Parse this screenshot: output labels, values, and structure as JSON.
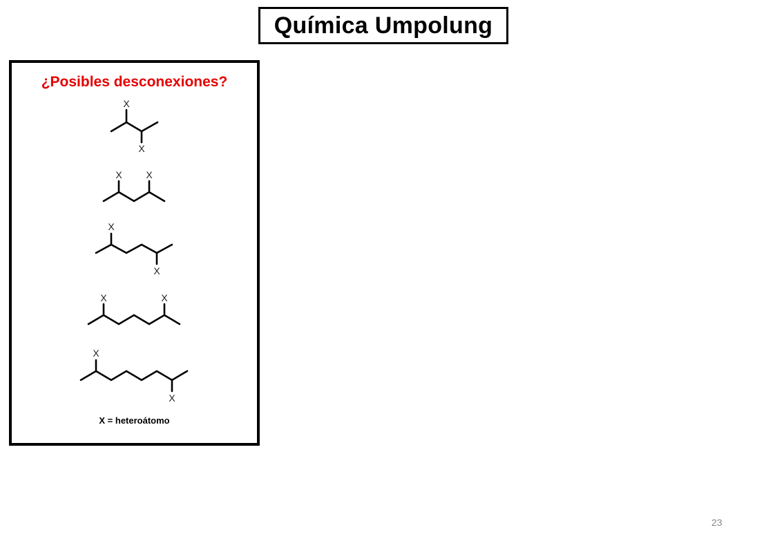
{
  "slide": {
    "title": "Química Umpolung",
    "page_number": "23"
  },
  "panel": {
    "title": "¿Posibles desconexiones?",
    "legend": "X = heteroátomo",
    "atom_label": "X"
  }
}
